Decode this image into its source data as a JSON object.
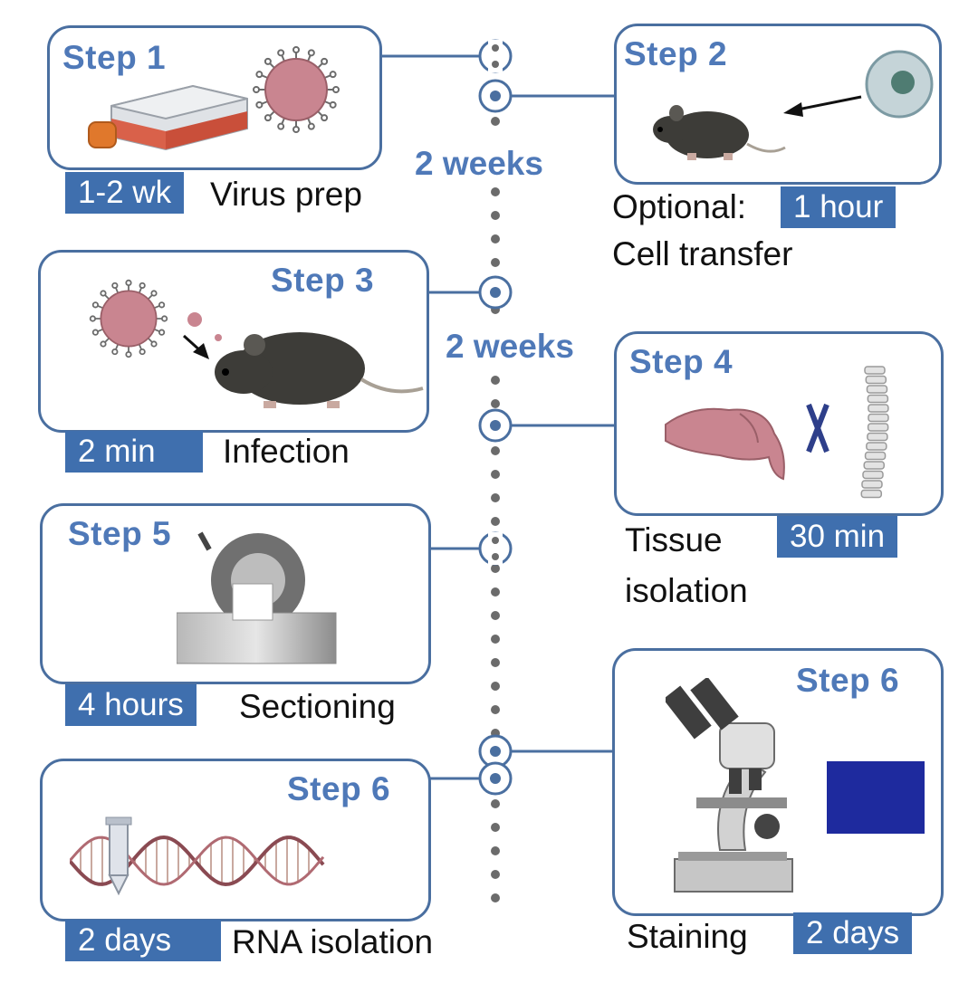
{
  "steps": [
    {
      "title": "Step 1",
      "duration": "1-2 wk",
      "label": "Virus prep"
    },
    {
      "title": "Step 2",
      "duration": "1 hour",
      "label_line1": "Optional:",
      "label_line2": "Cell transfer"
    },
    {
      "title": "Step 3",
      "duration": "2 min",
      "label": "Infection"
    },
    {
      "title": "Step 4",
      "duration": "30 min",
      "label_line1": "Tissue",
      "label_line2": "isolation"
    },
    {
      "title": "Step 5",
      "duration": "4 hours",
      "label": "Sectioning"
    },
    {
      "title": "Step 6",
      "duration": "2 days",
      "label": "RNA isolation"
    },
    {
      "title": "Step 6",
      "duration": "2 days",
      "label": "Staining"
    }
  ],
  "intervals": [
    "2 weeks",
    "2 weeks"
  ],
  "colors": {
    "accent_text": "#4f79b8",
    "badge_fill": "#3f6fae",
    "box_border": "#4a6fa0",
    "timeline": "#6b6b6b",
    "virus": "#c98590",
    "mouse": "#3d3c38"
  },
  "icons": {
    "step1": [
      "culture-flask-icon",
      "virus-icon"
    ],
    "step2": [
      "mouse-icon",
      "arrow-icon",
      "cell-icon"
    ],
    "step3": [
      "virus-icon",
      "arrow-icon",
      "mouse-icon"
    ],
    "step4": [
      "brain-icon",
      "lymph-node-icon",
      "spinal-cord-icon"
    ],
    "step5": [
      "cryostat-icon"
    ],
    "step6_rna": [
      "tube-icon",
      "rna-strand-icon"
    ],
    "step6_staining": [
      "microscope-icon",
      "fluorescence-image-icon"
    ]
  }
}
